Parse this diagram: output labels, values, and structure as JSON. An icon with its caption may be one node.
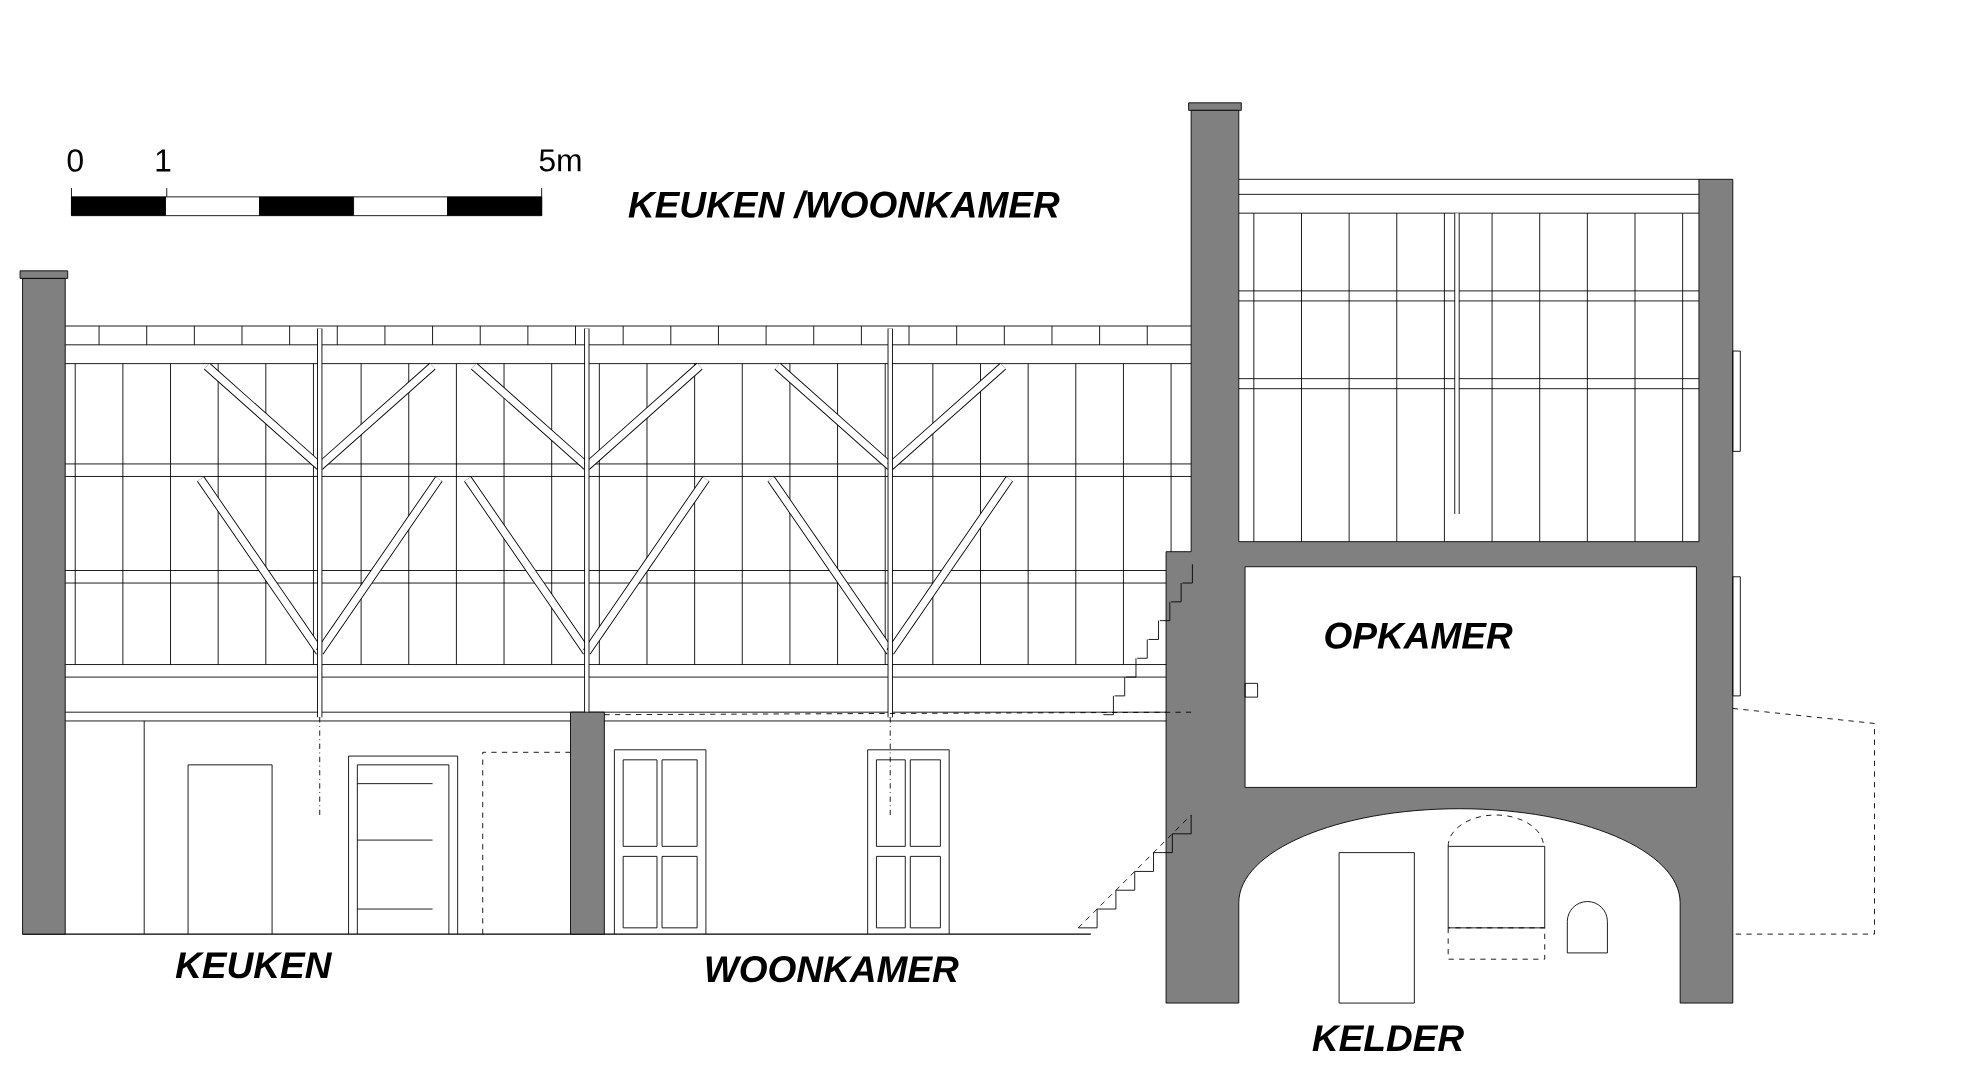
{
  "diagram": {
    "labels": [
      "0",
      "1",
      "5m",
      "KEUKEN /WOONKAMER",
      "OPKAMER",
      "KEUKEN",
      "WOONKAMER",
      "KELDER"
    ]
  }
}
